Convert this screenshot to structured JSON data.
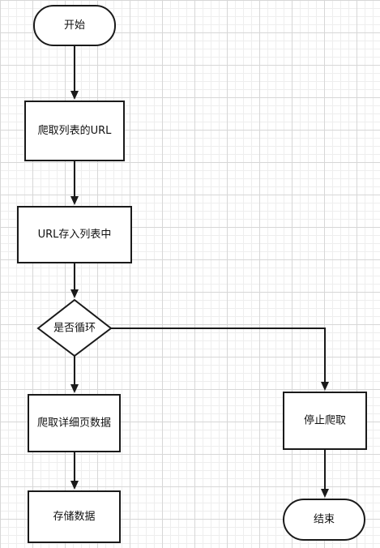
{
  "diagram": {
    "type": "flowchart",
    "nodes": {
      "start": {
        "shape": "terminal",
        "label": "开始"
      },
      "crawl_list_url": {
        "shape": "process",
        "label": "爬取列表的URL"
      },
      "store_url_list": {
        "shape": "process",
        "label": "URL存入列表中"
      },
      "loop_decision": {
        "shape": "decision",
        "label": "是否循环"
      },
      "crawl_detail": {
        "shape": "process",
        "label": "爬取详细页数据"
      },
      "store_data": {
        "shape": "process",
        "label": "存储数据"
      },
      "stop_crawl": {
        "shape": "process",
        "label": "停止爬取"
      },
      "end": {
        "shape": "terminal",
        "label": "结束"
      }
    },
    "edges": [
      {
        "from": "start",
        "to": "crawl_list_url"
      },
      {
        "from": "crawl_list_url",
        "to": "store_url_list"
      },
      {
        "from": "store_url_list",
        "to": "loop_decision"
      },
      {
        "from": "loop_decision",
        "to": "crawl_detail"
      },
      {
        "from": "crawl_detail",
        "to": "store_data"
      },
      {
        "from": "loop_decision",
        "to": "stop_crawl"
      },
      {
        "from": "stop_crawl",
        "to": "end"
      }
    ]
  }
}
